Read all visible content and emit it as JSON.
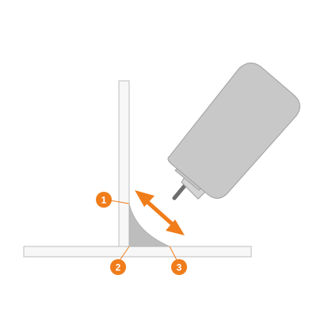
{
  "diagram": {
    "callouts": [
      {
        "id": "1",
        "label": "1"
      },
      {
        "id": "2",
        "label": "2"
      },
      {
        "id": "3",
        "label": "3"
      }
    ]
  },
  "colors": {
    "accent": "#F07C1A",
    "plate_fill": "#F7F7F7",
    "plate_stroke": "#BDBDBD",
    "weld_fill": "#BDBDBD",
    "torch_fill": "#C8C8C8",
    "torch_stroke": "#9E9E9E",
    "wire": "#6E6E6E",
    "leader": "#F07C1A"
  },
  "icons": {
    "torch": "welding-torch-icon",
    "arrow": "double-headed-arrow-icon"
  }
}
